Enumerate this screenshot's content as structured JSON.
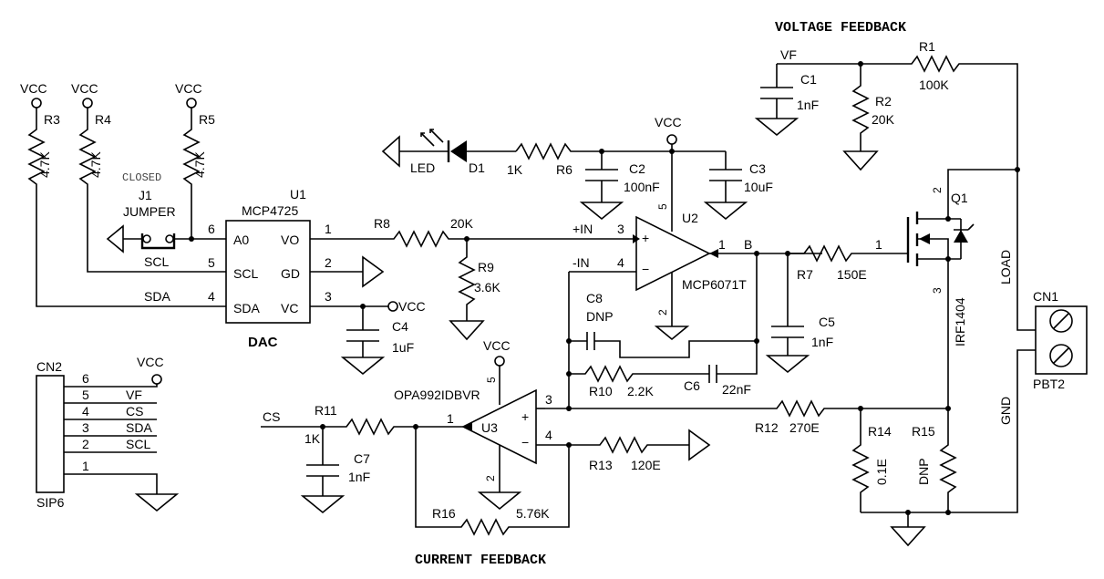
{
  "sections": {
    "voltage_feedback": "VOLTAGE FEEDBACK",
    "current_feedback": "CURRENT FEEDBACK",
    "dac": "DAC"
  },
  "supply": "VCC",
  "dac": {
    "ref": "U1",
    "part": "MCP4725",
    "pins": {
      "a0": "A0",
      "scl": "SCL",
      "sda": "SDA",
      "vo": "VO",
      "gd": "GD",
      "vc": "VC",
      "p1": "1",
      "p2": "2",
      "p3": "3",
      "p4": "4",
      "p5": "5",
      "p6": "6"
    }
  },
  "pullups": [
    {
      "ref": "R3",
      "value": "4.7K"
    },
    {
      "ref": "R4",
      "value": "4.7K"
    },
    {
      "ref": "R5",
      "value": "4.7K"
    }
  ],
  "jumper": {
    "ref": "J1",
    "name": "JUMPER",
    "state": "CLOSED"
  },
  "signals": {
    "scl": "SCL",
    "sda": "SDA",
    "cs": "CS",
    "vf": "VF",
    "b": "B",
    "plus_in": "+IN",
    "minus_in": "-IN"
  },
  "resistors": {
    "r1": {
      "ref": "R1",
      "value": "100K"
    },
    "r2": {
      "ref": "R2",
      "value": "20K"
    },
    "r6": {
      "ref": "R6",
      "value": "1K"
    },
    "r7": {
      "ref": "R7",
      "value": "150E"
    },
    "r8": {
      "ref": "R8",
      "value": "20K"
    },
    "r9": {
      "ref": "R9",
      "value": "3.6K"
    },
    "r10": {
      "ref": "R10",
      "value": "2.2K"
    },
    "r11": {
      "ref": "R11",
      "value": "1K"
    },
    "r12": {
      "ref": "R12",
      "value": "270E"
    },
    "r13": {
      "ref": "R13",
      "value": "120E"
    },
    "r14": {
      "ref": "R14",
      "value": "0.1E"
    },
    "r15": {
      "ref": "R15",
      "value": "DNP"
    },
    "r16": {
      "ref": "R16",
      "value": "5.76K"
    }
  },
  "capacitors": {
    "c1": {
      "ref": "C1",
      "value": "1nF"
    },
    "c2": {
      "ref": "C2",
      "value": "100nF"
    },
    "c3": {
      "ref": "C3",
      "value": "10uF"
    },
    "c4": {
      "ref": "C4",
      "value": "1uF"
    },
    "c5": {
      "ref": "C5",
      "value": "1nF"
    },
    "c6": {
      "ref": "C6",
      "value": "22nF"
    },
    "c7": {
      "ref": "C7",
      "value": "1nF"
    },
    "c8": {
      "ref": "C8",
      "value": "DNP"
    }
  },
  "led": {
    "label": "LED",
    "ref": "D1"
  },
  "u2": {
    "ref": "U2",
    "part": "MCP6071T",
    "p1": "1",
    "p2": "2",
    "p3": "3",
    "p4": "4",
    "p5": "5"
  },
  "u3": {
    "ref": "U3",
    "part": "OPA992IDBVR",
    "p1": "1",
    "p2": "2",
    "p3": "3",
    "p4": "4",
    "p5": "5"
  },
  "mosfet": {
    "ref": "Q1",
    "part": "IRF1404",
    "p1": "1",
    "p2": "2",
    "p3": "3"
  },
  "connector_cn1": {
    "ref": "CN1",
    "part": "PBT2",
    "load": "LOAD",
    "gnd": "GND"
  },
  "connector_cn2": {
    "ref": "CN2",
    "part": "SIP6",
    "pins": [
      {
        "num": "6",
        "name": ""
      },
      {
        "num": "5",
        "name": "VF"
      },
      {
        "num": "4",
        "name": "CS"
      },
      {
        "num": "3",
        "name": "SDA"
      },
      {
        "num": "2",
        "name": "SCL"
      },
      {
        "num": "1",
        "name": ""
      }
    ]
  }
}
